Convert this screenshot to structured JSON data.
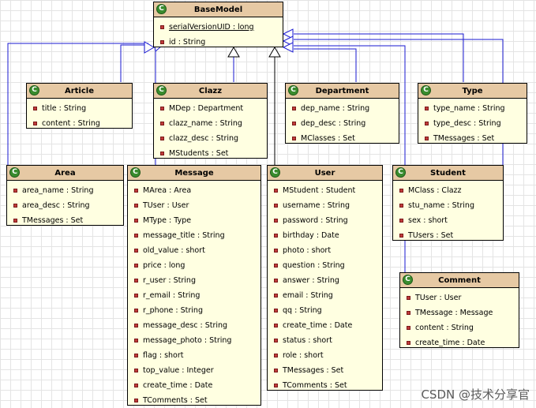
{
  "classes": {
    "basemodel": {
      "name": "BaseModel",
      "attrs": [
        "serialVersionUID : long",
        "id : String"
      ]
    },
    "article": {
      "name": "Article",
      "attrs": [
        "title : String",
        "content : String"
      ]
    },
    "clazz": {
      "name": "Clazz",
      "attrs": [
        "MDep : Department",
        "clazz_name : String",
        "clazz_desc : String",
        "MStudents : Set"
      ]
    },
    "department": {
      "name": "Department",
      "attrs": [
        "dep_name : String",
        "dep_desc : String",
        "MClasses : Set"
      ]
    },
    "type": {
      "name": "Type",
      "attrs": [
        "type_name : String",
        "type_desc : String",
        "TMessages : Set"
      ]
    },
    "area": {
      "name": "Area",
      "attrs": [
        "area_name : String",
        "area_desc : String",
        "TMessages : Set"
      ]
    },
    "message": {
      "name": "Message",
      "attrs": [
        "MArea : Area",
        "TUser : User",
        "MType : Type",
        "message_title : String",
        "old_value : short",
        "price : long",
        "r_user : String",
        "r_email : String",
        "r_phone : String",
        "message_desc : String",
        "message_photo : String",
        "flag : short",
        "top_value : Integer",
        "create_time : Date",
        "TComments : Set"
      ]
    },
    "user": {
      "name": "User",
      "attrs": [
        "MStudent : Student",
        "username : String",
        "password : String",
        "birthday : Date",
        "photo : short",
        "question : String",
        "answer : String",
        "email : String",
        "qq : String",
        "create_time : Date",
        "status : short",
        "role : short",
        "TMessages : Set",
        "TComments : Set"
      ]
    },
    "student": {
      "name": "Student",
      "attrs": [
        "MClass : Clazz",
        "stu_name : String",
        "sex : short",
        "TUsers : Set"
      ]
    },
    "comment": {
      "name": "Comment",
      "attrs": [
        "TUser : User",
        "TMessage : Message",
        "content : String",
        "create_time : Date"
      ]
    }
  },
  "icon_letter": "C",
  "watermark": "CSDN @技术分享官",
  "colors": {
    "header": "#e6c9a4",
    "body": "#ffffe1",
    "connector_blue": "#1a1ad2",
    "connector_dark": "#000000"
  }
}
